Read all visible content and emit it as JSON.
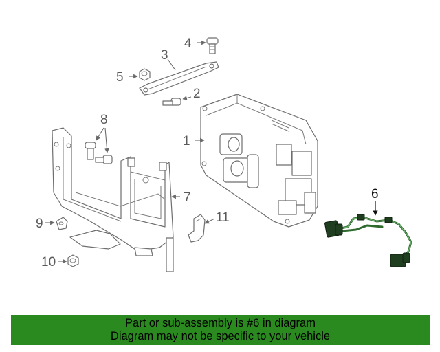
{
  "callouts": {
    "c1": "1",
    "c2": "2",
    "c3": "3",
    "c4": "4",
    "c5": "5",
    "c6": "6",
    "c7": "7",
    "c8": "8",
    "c9": "9",
    "c10": "10",
    "c11": "11"
  },
  "banner": {
    "line1": "Part or sub-assembly is #6 in diagram",
    "line2": "Diagram may not be specific to your vehicle",
    "color": "#2b8a1f"
  },
  "highlight_color": "#2f6b2f"
}
